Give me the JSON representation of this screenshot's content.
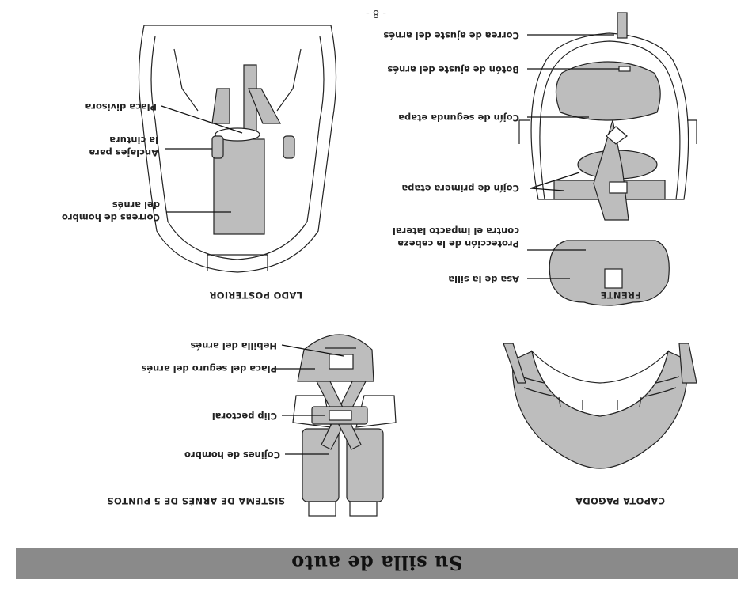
{
  "banner": {
    "title": "Su silla de auto"
  },
  "page_number": "- 8 -",
  "figures": {
    "canopy": {
      "caption": "CAPOTA PAGODA"
    },
    "harness": {
      "caption": "SISTEMA DE ARNÉS DE 5 PUNTOS",
      "labels": [
        "Cojines de hombro",
        "Clip pectoral",
        "Placa del seguro del arnés",
        "Hebilla del arnés"
      ]
    },
    "front": {
      "caption": "FRENTE",
      "labels": [
        "Asa de la silla",
        "Protección de la cabeza",
        "contra el impacto lateral",
        "Cojín de primera etapa",
        "Cojín de segunda etapa",
        "Botón de ajuste del arnés",
        "Correa de ajuste del arnés"
      ]
    },
    "back": {
      "caption": "LADO POSTERIOR",
      "labels": [
        "Correas de hombro",
        "del arnés",
        "Anclajes para",
        "la cintura",
        "Placa divisora"
      ]
    }
  }
}
